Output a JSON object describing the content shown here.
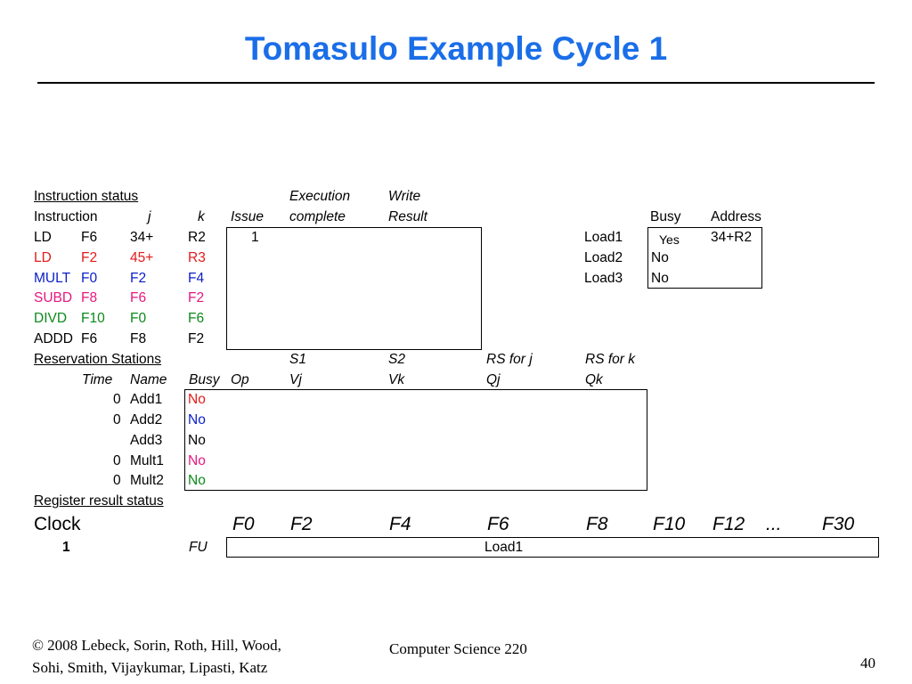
{
  "title": "Tomasulo Example Cycle 1",
  "colors": {
    "title": "#1a6ee8",
    "red": "#e31a1a",
    "blue": "#0a1ec8",
    "magenta": "#e6177f",
    "green": "#0a8a1a"
  },
  "instruction_status": {
    "heading": "Instruction status",
    "headers": {
      "execution": "Execution",
      "write": "Write",
      "instruction": "Instruction",
      "j": "j",
      "k": "k",
      "issue": "Issue",
      "complete": "complete",
      "result": "Result"
    },
    "rows": [
      {
        "op": "LD",
        "dest": "F6",
        "j": "34+",
        "k": "R2",
        "issue": "1",
        "color": "black"
      },
      {
        "op": "LD",
        "dest": "F2",
        "j": "45+",
        "k": "R3",
        "issue": "",
        "color": "red"
      },
      {
        "op": "MULT",
        "dest": "F0",
        "j": "F2",
        "k": "F4",
        "issue": "",
        "color": "blue"
      },
      {
        "op": "SUBD",
        "dest": "F8",
        "j": "F6",
        "k": "F2",
        "issue": "",
        "color": "magenta"
      },
      {
        "op": "DIVD",
        "dest": "F10",
        "j": "F0",
        "k": "F6",
        "issue": "",
        "color": "green"
      },
      {
        "op": "ADDD",
        "dest": "F6",
        "j": "F8",
        "k": "F2",
        "issue": "",
        "color": "black"
      }
    ]
  },
  "load_buffers": {
    "headers": {
      "busy": "Busy",
      "address": "Address"
    },
    "rows": [
      {
        "name": "Load1",
        "busy": "Yes",
        "address": "34+R2"
      },
      {
        "name": "Load2",
        "busy": "No",
        "address": ""
      },
      {
        "name": "Load3",
        "busy": "No",
        "address": ""
      }
    ]
  },
  "reservation_stations": {
    "heading": "Reservation Stations",
    "headers": {
      "s1": "S1",
      "s2": "S2",
      "rsj": "RS for j",
      "rsk": "RS for k",
      "time": "Time",
      "name": "Name",
      "busy": "Busy",
      "op": "Op",
      "vj": "Vj",
      "vk": "Vk",
      "qj": "Qj",
      "qk": "Qk"
    },
    "rows": [
      {
        "time": "0",
        "name": "Add1",
        "busy": "No",
        "color": "red"
      },
      {
        "time": "0",
        "name": "Add2",
        "busy": "No",
        "color": "blue"
      },
      {
        "time": "",
        "name": "Add3",
        "busy": "No",
        "color": "black"
      },
      {
        "time": "0",
        "name": "Mult1",
        "busy": "No",
        "color": "magenta"
      },
      {
        "time": "0",
        "name": "Mult2",
        "busy": "No",
        "color": "green"
      }
    ]
  },
  "register_status": {
    "heading": "Register result status",
    "clock_label": "Clock",
    "clock_value": "1",
    "fu_label": "FU",
    "registers": [
      "F0",
      "F2",
      "F4",
      "F6",
      "F8",
      "F10",
      "F12",
      "...",
      "F30"
    ],
    "f6_value": "Load1"
  },
  "footer": {
    "copyright_line1": "© 2008 Lebeck, Sorin, Roth, Hill, Wood,",
    "copyright_line2": "Sohi, Smith, Vijaykumar, Lipasti, Katz",
    "course": "Computer Science 220",
    "page": "40"
  }
}
